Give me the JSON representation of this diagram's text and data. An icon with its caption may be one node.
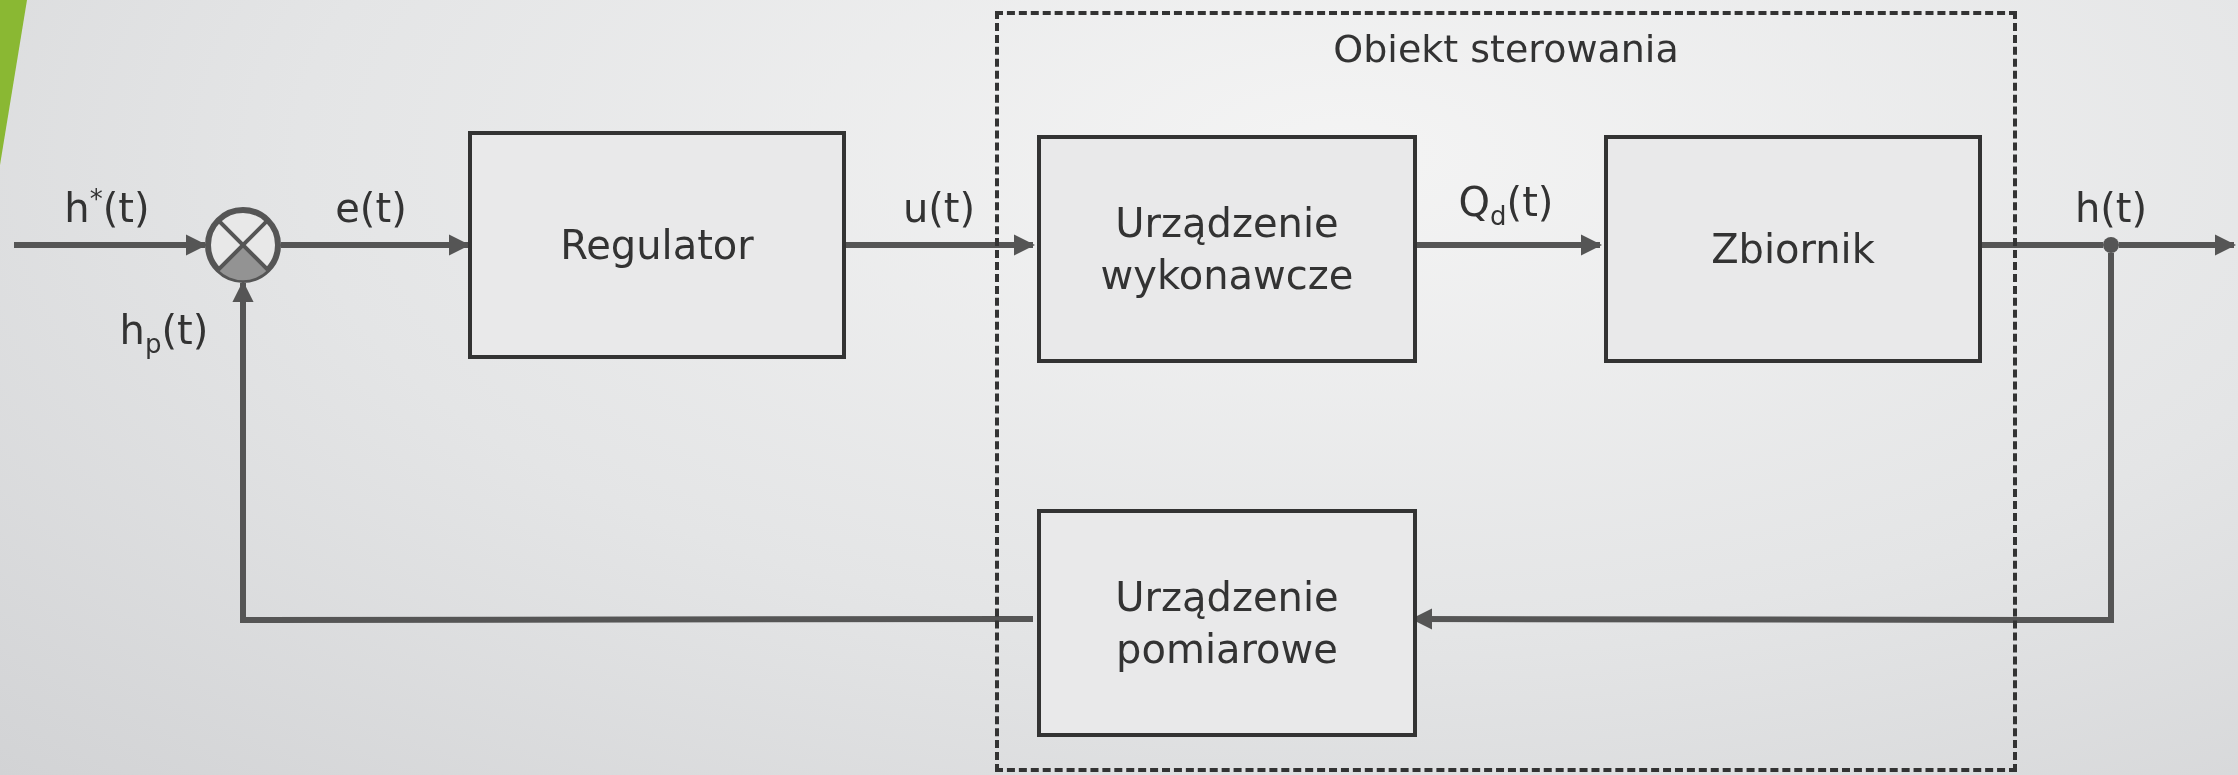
{
  "diagram": {
    "nodes": [
      {
        "text": [
          "Obiekt sterowania"
        ]
      },
      {
        "text": [],
        "shape": "circle"
      },
      {
        "text": [
          "Regulator"
        ]
      },
      {
        "text": [
          "Urządzenie wykonawcze"
        ],
        "in": 0
      },
      {
        "text": [
          "Zbiornik"
        ],
        "in": 0
      },
      {
        "text": [
          "Urządzenie pomiarowe"
        ],
        "in": 0
      },
      {
        "text": [],
        "shape": "circle"
      }
    ],
    "edges": [
      {
        "from": null,
        "to": 1,
        "arrow": "to",
        "label": "h$^{*}$(t)"
      },
      {
        "from": 1,
        "to": 2,
        "arrow": "to",
        "label": "e(t)"
      },
      {
        "from": 2,
        "to": 3,
        "arrow": "to",
        "label": "u(t)"
      },
      {
        "from": 3,
        "to": 4,
        "arrow": "to",
        "label": "Q$_{d}$(t)"
      },
      {
        "from": 4,
        "to": 6,
        "arrow": "none",
        "label": "h(t)"
      },
      {
        "from": 6,
        "to": null,
        "arrow": "to"
      },
      {
        "from": 6,
        "to": 5,
        "arrow": "to"
      },
      {
        "from": 5,
        "to": 1,
        "arrow": "to",
        "label": "h$_{p}$(t)"
      }
    ]
  }
}
